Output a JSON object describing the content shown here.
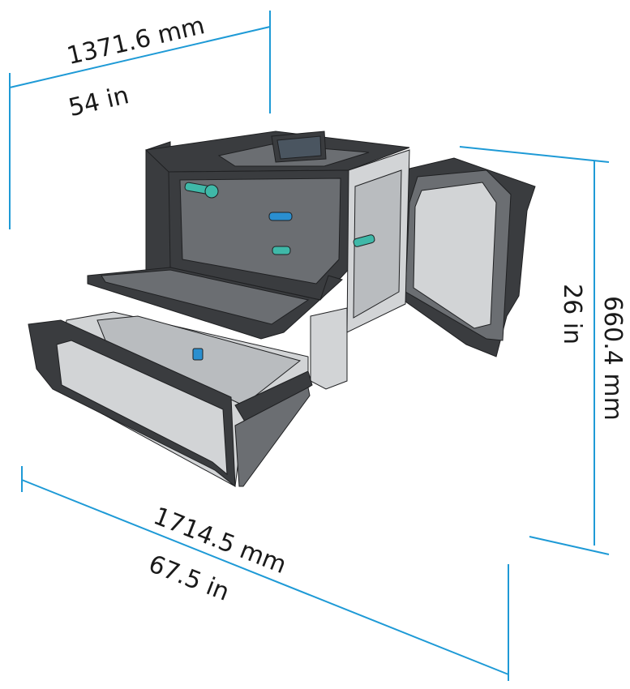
{
  "dimensions": {
    "width": {
      "metric": "1371.6 mm",
      "imperial": "54 in"
    },
    "depth": {
      "metric": "1714.5 mm",
      "imperial": "67.5 in"
    },
    "height": {
      "metric": "660.4 mm",
      "imperial": "26 in"
    }
  },
  "colors": {
    "dimension_line": "#1e9ad6",
    "text": "#1a1a1a",
    "printer_dark": "#3a3c3f",
    "printer_mid": "#6b6e72",
    "printer_light": "#d2d4d6",
    "printer_panel": "#b9bcbf",
    "accent_teal": "#3fb8a8",
    "accent_blue": "#2a8fd0"
  }
}
